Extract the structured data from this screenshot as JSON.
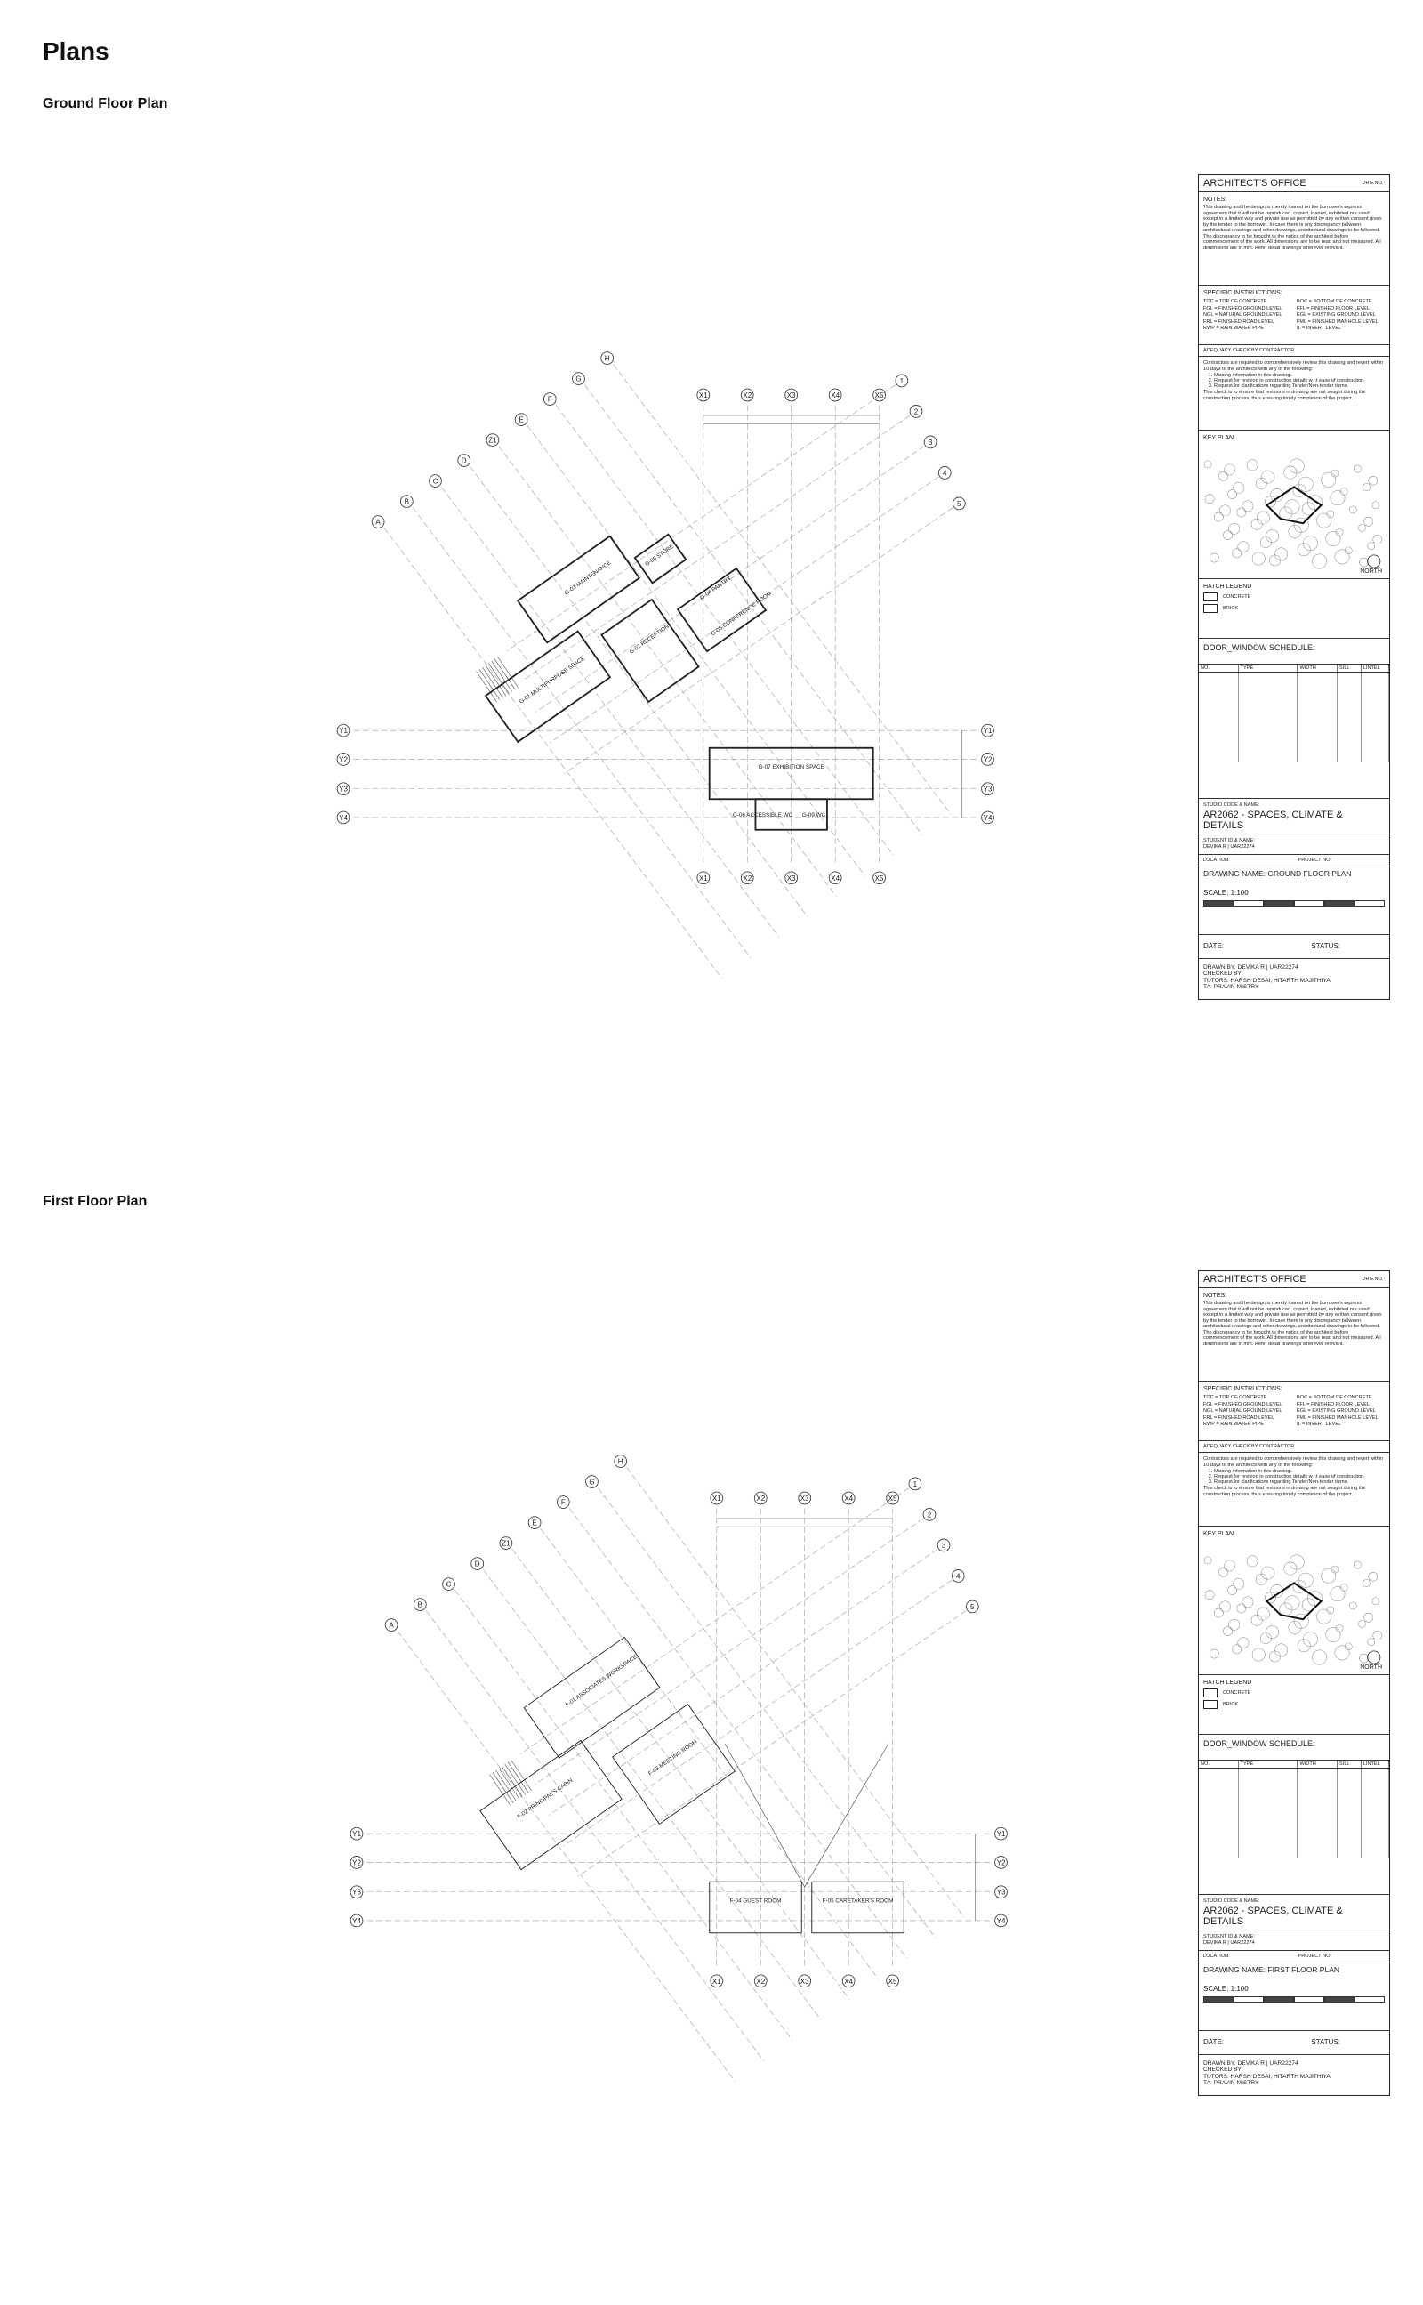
{
  "page_title": "Plans",
  "sections": [
    {
      "heading": "Ground Floor Plan",
      "title_block": {
        "office": "ARCHITECT'S OFFICE",
        "drg_no": "DRG.NO.:",
        "notes_label": "NOTES:",
        "notes_text": "This drawing and the design is merely loaned on the borrower's express agreement that it will not be reproduced, copied, loaned, exhibited nor used except in a limited way and private use as permitted by any written consent given by the lender to the borrower. In case there is any discrepancy between architectural drawings and other drawings, architectural drawings to be followed. The discrepancy to be brought to the notice of the architect before commencement of the work. All dimensions are to be read and not measured. All dimensions are in mm. Refer detail drawings wherever relevant.",
        "specific_label": "SPECIFIC INSTRUCTIONS:",
        "specific_left": [
          "TOC = TOP OF CONCRETE",
          "FGL = FINISHED GROUND LEVEL",
          "NGL = NATURAL GROUND LEVEL",
          "FRL = FINISHED ROAD LEVEL",
          "RWP = RAIN WATER PIPE"
        ],
        "specific_right": [
          "BOC = BOTTOM OF CONCRETE",
          "FFL = FINISHED FLOOR LEVEL",
          "EGL = EXISTING GROUND LEVEL",
          "FML = FINISHED MANHOLE LEVEL",
          "IL = INVERT LEVEL"
        ],
        "adequacy_label": "ADEQUACY CHECK BY CONTRACTOR",
        "adequacy_text": "Contractors are required to comprehensively review this drawing and revert within 10 days to the architects with any of the following:",
        "adequacy_items": [
          "Missing information in this drawing.",
          "Request for revision in construction details w.r.t ease of construction.",
          "Request for clarifications regarding Tender/Non-tender items."
        ],
        "adequacy_footer": "This check is to ensure that revisions in drawing are not sought during the construction process, thus ensuring timely completion of the project.",
        "key_plan_label": "KEY PLAN",
        "north_label": "NORTH",
        "hatch_label": "HATCH LEGEND",
        "hatch_items": [
          "CONCRETE",
          "BRICK"
        ],
        "schedule_label": "DOOR_WINDOW SCHEDULE:",
        "schedule_cols": [
          "NO.",
          "TYPE",
          "WIDTH",
          "SILL",
          "LINTEL"
        ],
        "studio_label": "STUDIO CODE & NAME:",
        "studio_name": "AR2062 - SPACES, CLIMATE & DETAILS",
        "student_label": "STUDENT ID & NAME:",
        "student_name": "DEVIKA R | UAR22274",
        "location_label": "LOCATION:",
        "project_label": "PROJECT NO:",
        "drawing_name": "DRAWING NAME: GROUND FLOOR PLAN",
        "scale": "SCALE: 1:100",
        "date_label": "DATE:",
        "status_label": "STATUS:",
        "drawn_by": "DRAWN BY: DEVIKA R | UAR22274",
        "checked_by": "CHECKED BY:",
        "tutors": "TUTORS: HARSH DESAI, HITARTH MAJITHIYA",
        "ta": "TA: PRAVIN MISTRY"
      }
    },
    {
      "heading": "First Floor Plan",
      "title_block": {
        "office": "ARCHITECT'S OFFICE",
        "drg_no": "DRG.NO.:",
        "notes_label": "NOTES:",
        "notes_text": "This drawing and the design is merely loaned on the borrower's express agreement that it will not be reproduced, copied, loaned, exhibited nor used except in a limited way and private use as permitted by any written consent given by the lender to the borrower. In case there is any discrepancy between architectural drawings and other drawings, architectural drawings to be followed. The discrepancy to be brought to the notice of the architect before commencement of the work. All dimensions are to be read and not measured. All dimensions are in mm. Refer detail drawings wherever relevant.",
        "specific_label": "SPECIFIC INSTRUCTIONS:",
        "specific_left": [
          "TOC = TOP OF CONCRETE",
          "FGL = FINISHED GROUND LEVEL",
          "NGL = NATURAL GROUND LEVEL",
          "FRL = FINISHED ROAD LEVEL",
          "RWP = RAIN WATER PIPE"
        ],
        "specific_right": [
          "BOC = BOTTOM OF CONCRETE",
          "FFL = FINISHED FLOOR LEVEL",
          "EGL = EXISTING GROUND LEVEL",
          "FML = FINISHED MANHOLE LEVEL",
          "IL = INVERT LEVEL"
        ],
        "adequacy_label": "ADEQUACY CHECK BY CONTRACTOR",
        "adequacy_text": "Contractors are required to comprehensively review this drawing and revert within 10 days to the architects with any of the following:",
        "adequacy_items": [
          "Missing information in this drawing.",
          "Request for revision in construction details w.r.t ease of construction.",
          "Request for clarifications regarding Tender/Non-tender items."
        ],
        "adequacy_footer": "This check is to ensure that revisions in drawing are not sought during the construction process, thus ensuring timely completion of the project.",
        "key_plan_label": "KEY PLAN",
        "north_label": "NORTH",
        "hatch_label": "HATCH LEGEND",
        "hatch_items": [
          "CONCRETE",
          "BRICK"
        ],
        "schedule_label": "DOOR_WINDOW SCHEDULE:",
        "schedule_cols": [
          "NO.",
          "TYPE",
          "WIDTH",
          "SILL",
          "LINTEL"
        ],
        "studio_label": "STUDIO CODE & NAME:",
        "studio_name": "AR2062 - SPACES, CLIMATE & DETAILS",
        "student_label": "STUDENT ID & NAME:",
        "student_name": "DEVIKA R | UAR22274",
        "location_label": "LOCATION:",
        "project_label": "PROJECT NO:",
        "drawing_name": "DRAWING NAME: FIRST FLOOR PLAN",
        "scale": "SCALE: 1:100",
        "date_label": "DATE:",
        "status_label": "STATUS:",
        "drawn_by": "DRAWN BY: DEVIKA R | UAR22274",
        "checked_by": "CHECKED BY:",
        "tutors": "TUTORS: HARSH DESAI, HITARTH MAJITHIYA",
        "ta": "TA: PRAVIN MISTRY"
      }
    }
  ],
  "grid_labels": {
    "x": [
      "X1",
      "X2",
      "X3",
      "X4",
      "X5"
    ],
    "y": [
      "Y1",
      "Y2",
      "Y3",
      "Y4"
    ],
    "num": [
      "1",
      "2",
      "3",
      "4",
      "5"
    ],
    "alpha": [
      "A",
      "B",
      "C",
      "D",
      "Z1",
      "E",
      "F",
      "G",
      "H"
    ]
  },
  "ground_rooms": [
    {
      "name": "G-03 MAINTENANCE"
    },
    {
      "name": "G-08 STORE"
    },
    {
      "name": "G-04 PANTRY"
    },
    {
      "name": "G-05 CONFERENCE ROOM"
    },
    {
      "name": "G-02 RECEPTION"
    },
    {
      "name": "G-01 MULTIPURPOSE SPACE"
    },
    {
      "name": "G-07 EXHIBITION SPACE"
    },
    {
      "name": "G-06 ACCESSIBLE WC"
    },
    {
      "name": "G-09 WC"
    }
  ],
  "first_rooms": [
    {
      "name": "F-01 ASSOCIATES WORKSPACE"
    },
    {
      "name": "F-03 MEETING ROOM"
    },
    {
      "name": "F-02 PRINCIPAL'S CABIN"
    },
    {
      "name": "F-04 GUEST ROOM"
    },
    {
      "name": "F-05 CARETAKER'S ROOM"
    }
  ]
}
